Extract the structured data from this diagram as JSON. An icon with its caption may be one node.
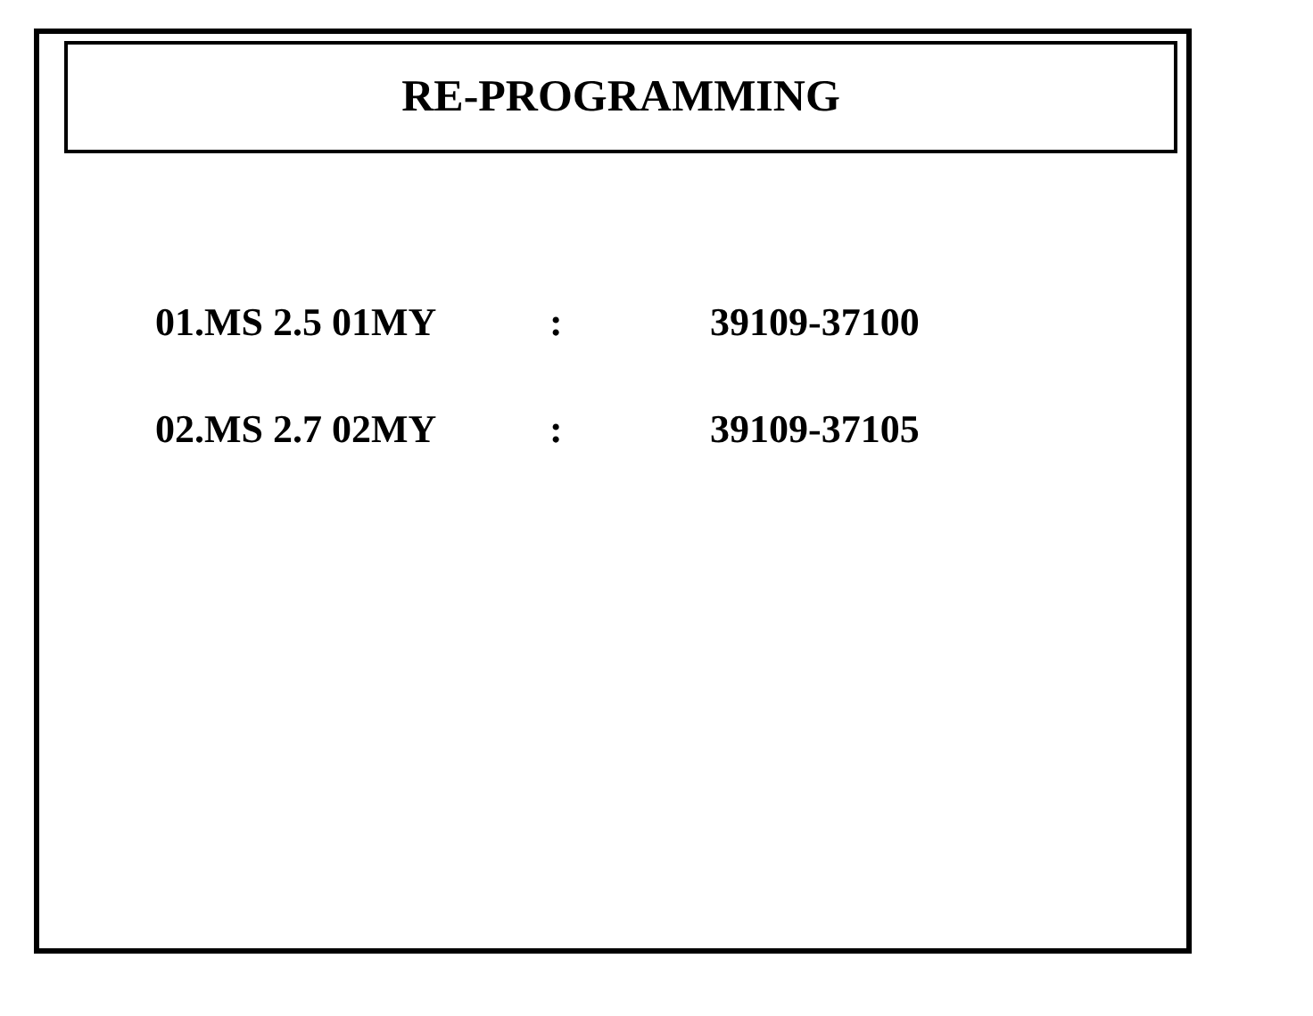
{
  "diagram": {
    "nodes": [
      {
        "text": [],
        "shape": "box"
      },
      {
        "text": [
          "RE-PROGRAMMING"
        ],
        "in": 0
      }
    ],
    "labels": [
      "01.MS 2.5 01MY",
      ":",
      "39109-37100",
      "02.MS 2.7 02MY",
      ":",
      "39109-37105"
    ]
  }
}
